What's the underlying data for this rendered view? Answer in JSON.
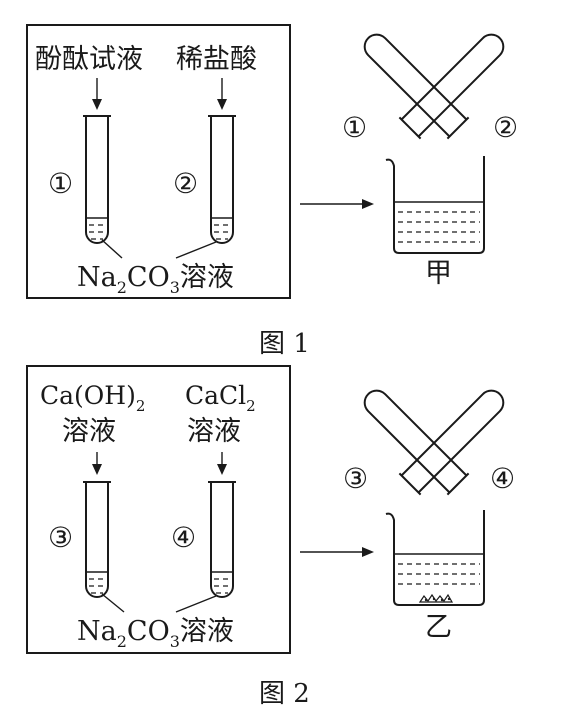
{
  "figure1": {
    "caption": "图 1",
    "tube1": {
      "reagent": "酚酞试液",
      "number": "①"
    },
    "tube2": {
      "reagent": "稀盐酸",
      "number": "②"
    },
    "solution": {
      "formula_main": "Na",
      "sub1": "2",
      "formula_mid": "CO",
      "sub2": "3",
      "suffix": "溶液"
    },
    "beaker_label": "甲",
    "pour_labels": [
      "①",
      "②"
    ]
  },
  "figure2": {
    "caption": "图 2",
    "tube3": {
      "reagent_line1": "Ca(OH)",
      "reagent_sub": "2",
      "reagent_line2": "溶液",
      "number": "③"
    },
    "tube4": {
      "reagent_line1": "CaCl",
      "reagent_sub": "2",
      "reagent_line2": "溶液",
      "number": "④"
    },
    "solution": {
      "formula_main": "Na",
      "sub1": "2",
      "formula_mid": "CO",
      "sub2": "3",
      "suffix": "溶液"
    },
    "beaker_label": "乙",
    "pour_labels": [
      "③",
      "④"
    ]
  }
}
